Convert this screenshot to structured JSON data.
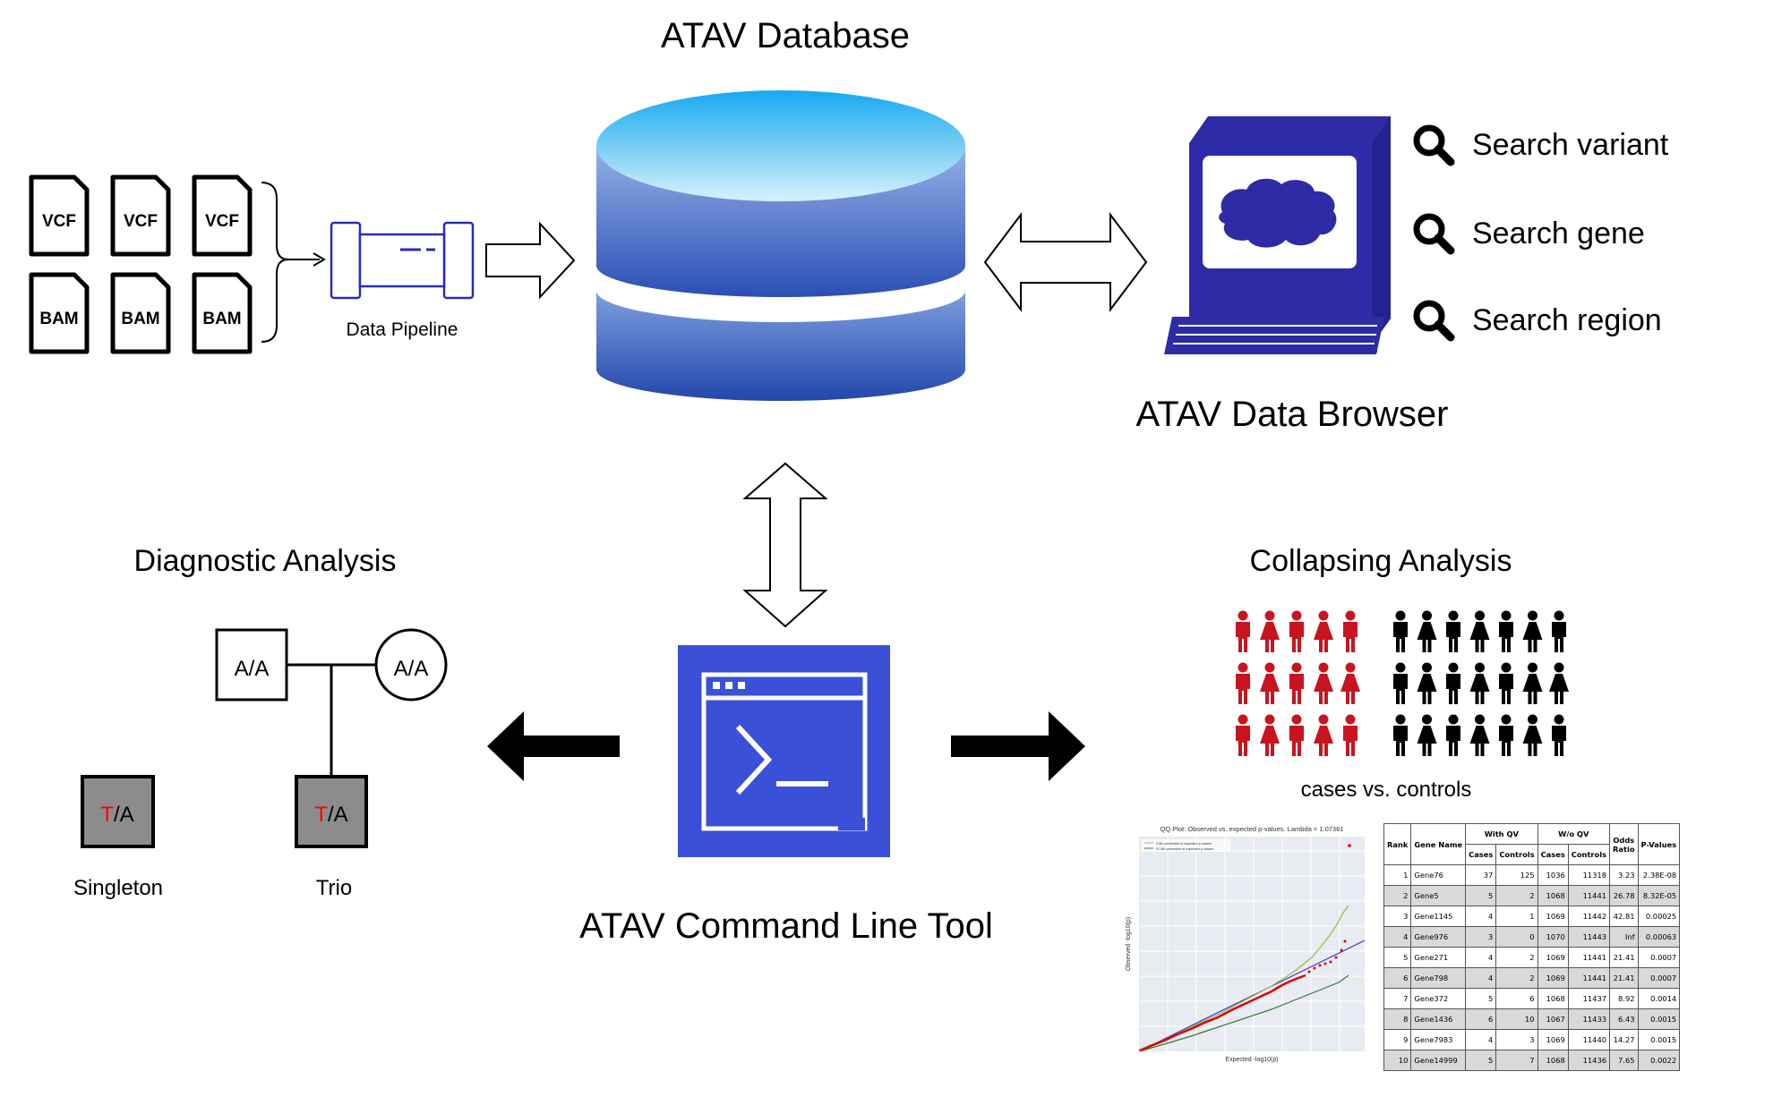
{
  "titles": {
    "database": "ATAV Database",
    "browser": "ATAV Data Browser",
    "cli": "ATAV Command Line Tool",
    "diagnostic": "Diagnostic Analysis",
    "collapsing": "Collapsing Analysis"
  },
  "files": {
    "top": [
      "VCF",
      "VCF",
      "VCF"
    ],
    "bottom": [
      "BAM",
      "BAM",
      "BAM"
    ]
  },
  "pipeline_label": "Data Pipeline",
  "searches": [
    {
      "label": "Search variant",
      "icon": "search-icon"
    },
    {
      "label": "Search gene",
      "icon": "search-icon"
    },
    {
      "label": "Search region",
      "icon": "search-icon"
    }
  ],
  "pedigree": {
    "father": "A/A",
    "mother": "A/A",
    "child_prefix": "T",
    "child_suffix": "/A",
    "singleton_prefix": "T",
    "singleton_suffix": "/A",
    "singleton_label": "Singleton",
    "trio_label": "Trio"
  },
  "collapsing": {
    "label": "cases vs. controls",
    "cases_color": "#c8141e",
    "controls_color": "#000000",
    "cases_grid": [
      3,
      5
    ],
    "controls_grid": [
      3,
      7
    ]
  },
  "qq_plot": {
    "title": "QQ Plot: Observed vs. expected p-values. Lambda = 1.07361",
    "legend": [
      "2.5th percentile of expected p-values",
      "97.5th percentile of expected p-values"
    ],
    "xlabel": "Expected -log10(p)",
    "ylabel": "Observed -log10(p)"
  },
  "table": {
    "headers": {
      "rank": "Rank",
      "gene": "Gene Name",
      "with_qv": "With QV",
      "wo_qv": "W/o QV",
      "cases": "Cases",
      "controls": "Controls",
      "odds": "Odds Ratio",
      "p": "P-Values"
    },
    "rows": [
      [
        "1",
        "Gene76",
        "37",
        "125",
        "1036",
        "11318",
        "3.23",
        "2.38E-08"
      ],
      [
        "2",
        "Gene5",
        "5",
        "2",
        "1068",
        "11441",
        "26.78",
        "8.32E-05"
      ],
      [
        "3",
        "Gene1145",
        "4",
        "1",
        "1069",
        "11442",
        "42.81",
        "0.00025"
      ],
      [
        "4",
        "Gene976",
        "3",
        "0",
        "1070",
        "11443",
        "Inf",
        "0.00063"
      ],
      [
        "5",
        "Gene271",
        "4",
        "2",
        "1069",
        "11441",
        "21.41",
        "0.0007"
      ],
      [
        "6",
        "Gene798",
        "4",
        "2",
        "1069",
        "11441",
        "21.41",
        "0.0007"
      ],
      [
        "7",
        "Gene372",
        "5",
        "6",
        "1068",
        "11437",
        "8.92",
        "0.0014"
      ],
      [
        "8",
        "Gene1436",
        "6",
        "10",
        "1067",
        "11433",
        "6.43",
        "0.0015"
      ],
      [
        "9",
        "Gene7983",
        "4",
        "3",
        "1069",
        "11440",
        "14.27",
        "0.0015"
      ],
      [
        "10",
        "Gene14999",
        "5",
        "7",
        "1068",
        "11436",
        "7.65",
        "0.0022"
      ]
    ]
  },
  "colors": {
    "terminal": "#3a50d9",
    "computer": "#2e2ba6",
    "pipeline": "#2b2bb5",
    "db_top": "#18b4f2",
    "db_body": "#2e51b8",
    "alt_allele": "#ff0000"
  }
}
